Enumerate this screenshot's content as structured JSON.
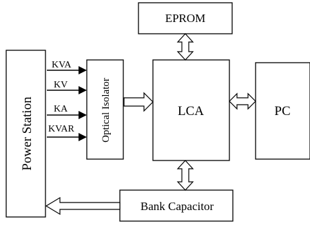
{
  "blocks": {
    "eprom": "EPROM",
    "power_station": "Power Station",
    "optical_isolator": "Optical Isolator",
    "lca": "LCA",
    "pc": "PC",
    "bank_capacitor": "Bank Capacitor"
  },
  "signals": [
    "KVA",
    "KV",
    "KA",
    "KVAR"
  ]
}
